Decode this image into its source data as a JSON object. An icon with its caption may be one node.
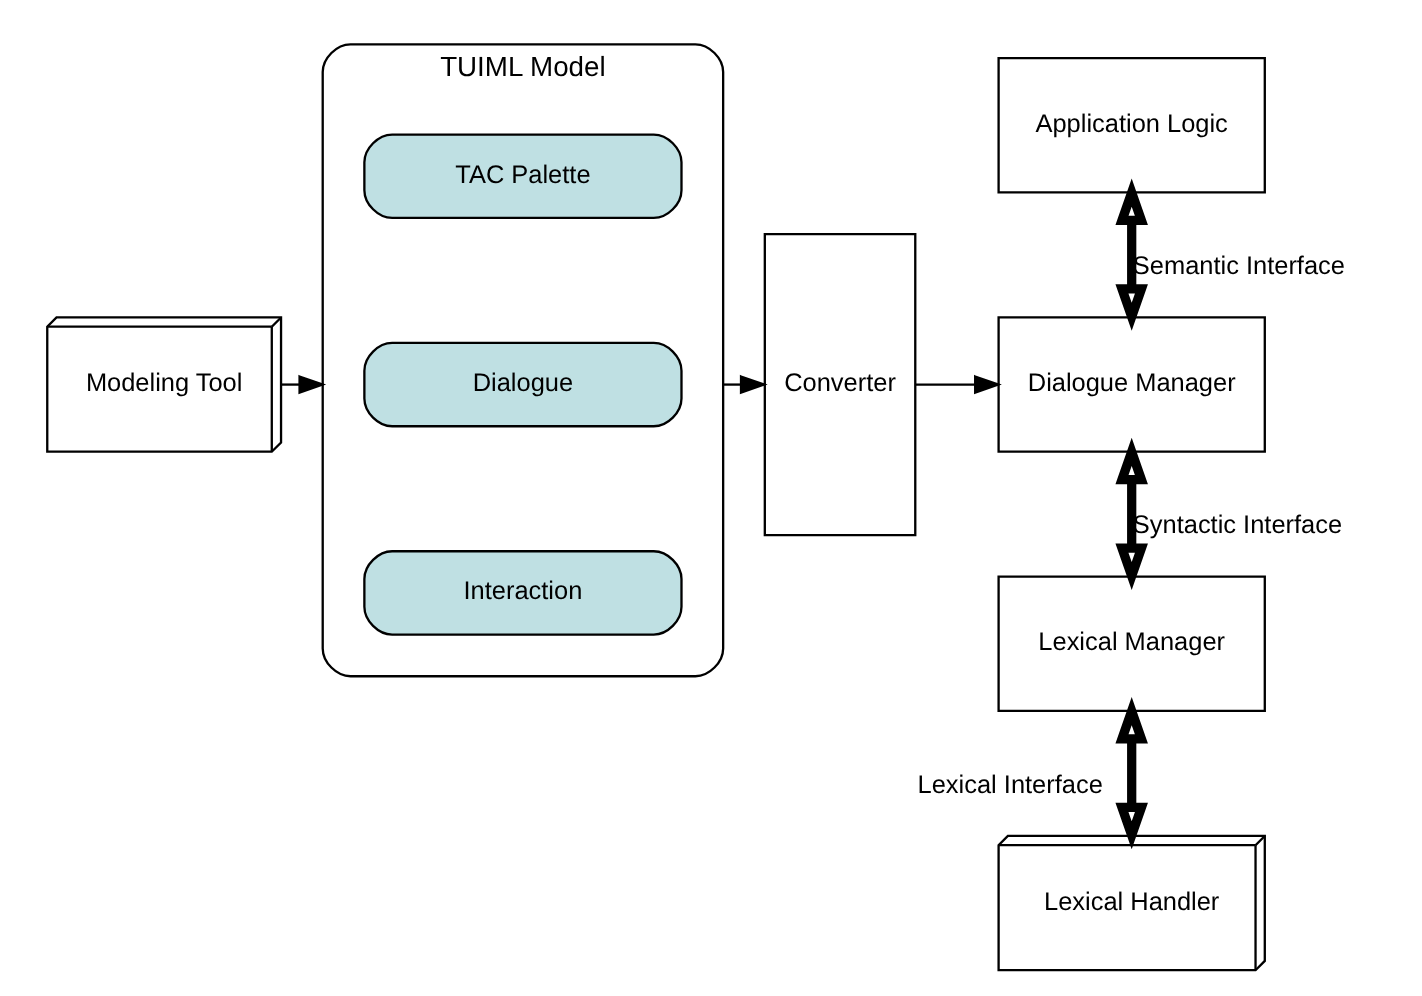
{
  "diagram": {
    "nodes": [
      {
        "text": [
          "Modeling Tool"
        ]
      },
      {
        "text": [
          "TUIML Model"
        ]
      },
      {
        "text": [
          "TAC Palette"
        ],
        "in": 1
      },
      {
        "text": [
          "Dialogue"
        ],
        "in": 1
      },
      {
        "text": [
          "Interaction"
        ],
        "in": 1
      },
      {
        "text": [
          "Converter"
        ]
      },
      {
        "text": [
          "Application Logic"
        ]
      },
      {
        "text": [
          "Dialogue Manager"
        ]
      },
      {
        "text": [
          "Lexical Manager"
        ]
      },
      {
        "text": [
          "Lexical Handler"
        ]
      }
    ],
    "edges": [
      {
        "from": 0,
        "to": 1,
        "arrow": "to"
      },
      {
        "from": 1,
        "to": 5,
        "arrow": "to"
      },
      {
        "from": 5,
        "to": 7,
        "arrow": "to"
      },
      {
        "from": 6,
        "to": 7,
        "arrow": "both",
        "label": "Semantic Interface",
        "style": "thick"
      },
      {
        "from": 7,
        "to": 8,
        "arrow": "both",
        "label": "Syntactic Interface",
        "style": "thick"
      },
      {
        "from": 8,
        "to": 9,
        "arrow": "both",
        "label": "Lexical Interface",
        "style": "thick"
      }
    ]
  }
}
